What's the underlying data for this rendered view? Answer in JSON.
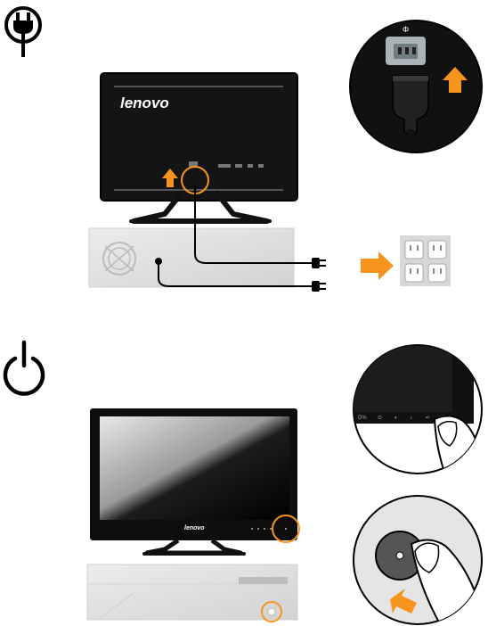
{
  "step1": {
    "icon": "power-plug-icon",
    "monitor_brand": "lenovo",
    "zoom_label": "Φ",
    "outlet_icon": "wall-outlet-icon"
  },
  "step2": {
    "icon": "power-button-icon",
    "monitor_brand": "lenovo"
  },
  "colors": {
    "accent_orange": "#f7941d",
    "monitor_black": "#1a1a1a",
    "pc_gray": "#e5e5e5",
    "outlet_gray": "#d8d8d8",
    "highlight_ring": "#f7941d"
  }
}
